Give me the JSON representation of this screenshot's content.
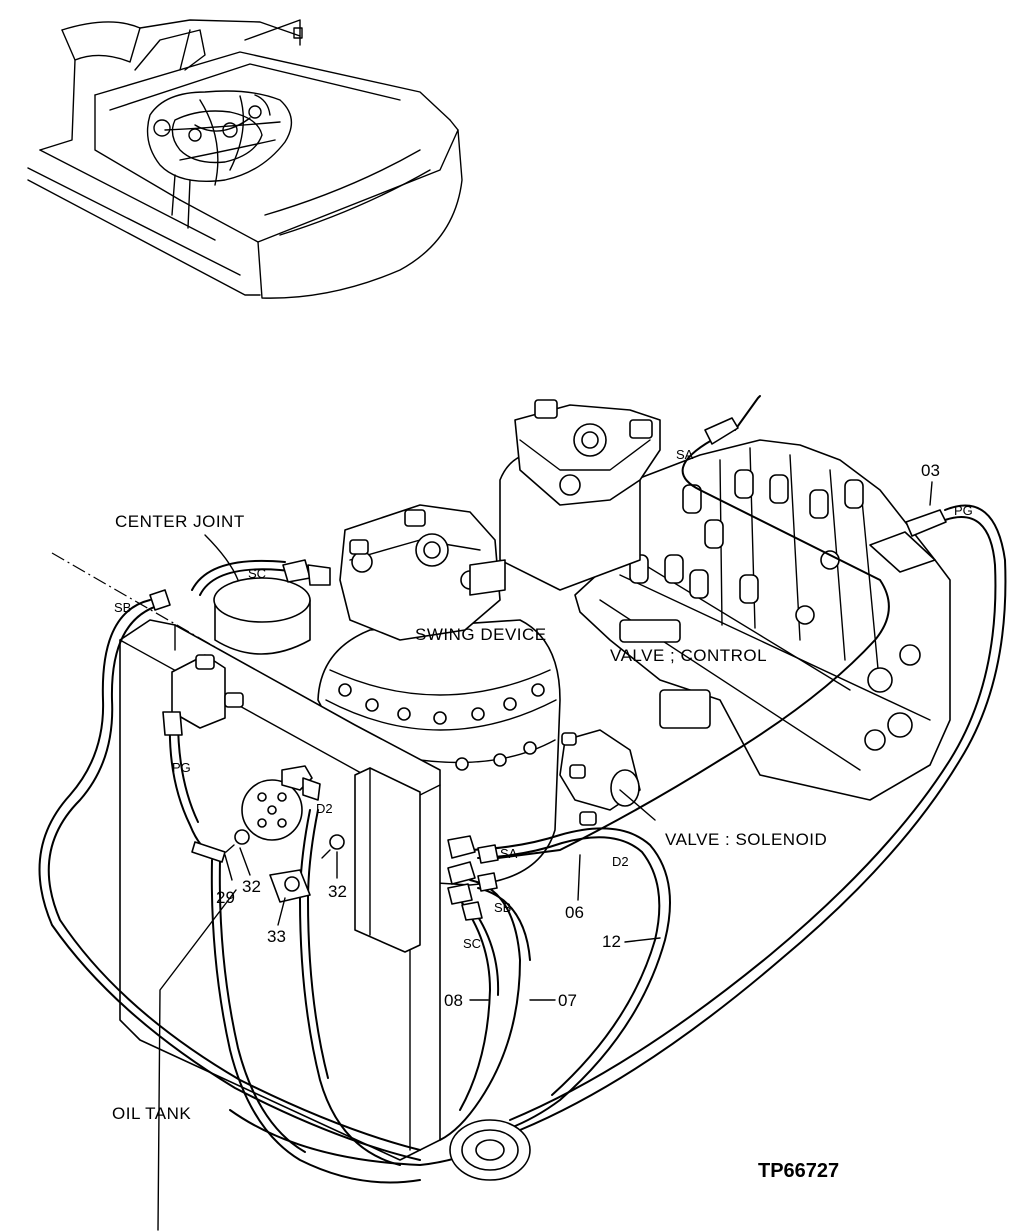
{
  "labels": {
    "center_joint": "CENTER JOINT",
    "swing_device": "SWING DEVICE",
    "valve_control": "VALVE ; CONTROL",
    "valve_solenoid": "VALVE : SOLENOID",
    "oil_tank": "OIL TANK"
  },
  "ports": {
    "sa_top": "SA",
    "pg_right": "PG",
    "sc_top": "SC",
    "sb_left": "SB",
    "pg_left": "PG",
    "d2_left": "D2",
    "sa_mid": "SA",
    "d2_mid": "D2",
    "sb_mid": "SB",
    "sc_mid": "SC"
  },
  "parts": {
    "p03": "03",
    "p29": "29",
    "p32a": "32",
    "p32b": "32",
    "p33": "33",
    "p06": "06",
    "p12": "12",
    "p08": "08",
    "p07": "07"
  },
  "figure_code": "TP66727"
}
